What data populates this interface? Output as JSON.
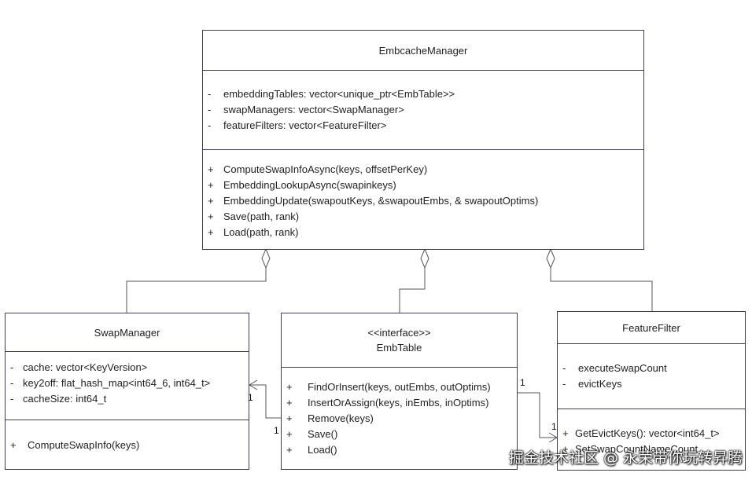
{
  "classes": {
    "embcache": {
      "name": "EmbcacheManager",
      "attributes": [
        {
          "vis": "-",
          "text": "embeddingTables: vector<unique_ptr<EmbTable>>"
        },
        {
          "vis": "-",
          "text": "swapManagers: vector<SwapManager>"
        },
        {
          "vis": "-",
          "text": "featureFilters: vector<FeatureFilter>"
        }
      ],
      "methods": [
        {
          "vis": "+",
          "text": "ComputeSwapInfoAsync(keys, offsetPerKey)"
        },
        {
          "vis": "+",
          "text": "EmbeddingLookupAsync(swapinkeys)"
        },
        {
          "vis": "+",
          "text": "EmbeddingUpdate(swapoutKeys, &swapoutEmbs, & swapoutOptims)"
        },
        {
          "vis": "+",
          "text": "Save(path, rank)"
        },
        {
          "vis": "+",
          "text": "Load(path, rank)"
        }
      ]
    },
    "swap": {
      "name": "SwapManager",
      "attributes": [
        {
          "vis": "-",
          "text": "cache: vector<KeyVersion>"
        },
        {
          "vis": "-",
          "text": "key2off: flat_hash_map<int64_6, int64_t>"
        },
        {
          "vis": "-",
          "text": "cacheSize: int64_t"
        }
      ],
      "methods": [
        {
          "vis": "+",
          "text": "ComputeSwapInfo(keys)"
        }
      ]
    },
    "embtable": {
      "stereotype": "<<interface>>",
      "name": "EmbTable",
      "methods": [
        {
          "vis": "+",
          "text": "FindOrInsert(keys, outEmbs, outOptims)"
        },
        {
          "vis": "+",
          "text": "InsertOrAssign(keys, inEmbs, inOptims)"
        },
        {
          "vis": "+",
          "text": "Remove(keys)"
        },
        {
          "vis": "+",
          "text": "Save()"
        },
        {
          "vis": "+",
          "text": "Load()"
        }
      ]
    },
    "feature": {
      "name": "FeatureFilter",
      "attributes": [
        {
          "vis": "-",
          "text": "executeSwapCount"
        },
        {
          "vis": "-",
          "text": "evictKeys"
        }
      ],
      "methods": [
        {
          "vis": "+",
          "text": "GetEvictKeys(): vector<int64_t>"
        },
        {
          "vis": "+",
          "text": "SetSwapCountNameCount"
        }
      ]
    }
  },
  "multiplicities": {
    "swap_a": "1",
    "swap_b": "1",
    "feature_a": "1",
    "feature_b": "1"
  },
  "watermark": "掘金技术社区 @ 永荣带你玩转昇腾",
  "colors": {
    "border": "#3c3c52",
    "line": "#555555"
  }
}
